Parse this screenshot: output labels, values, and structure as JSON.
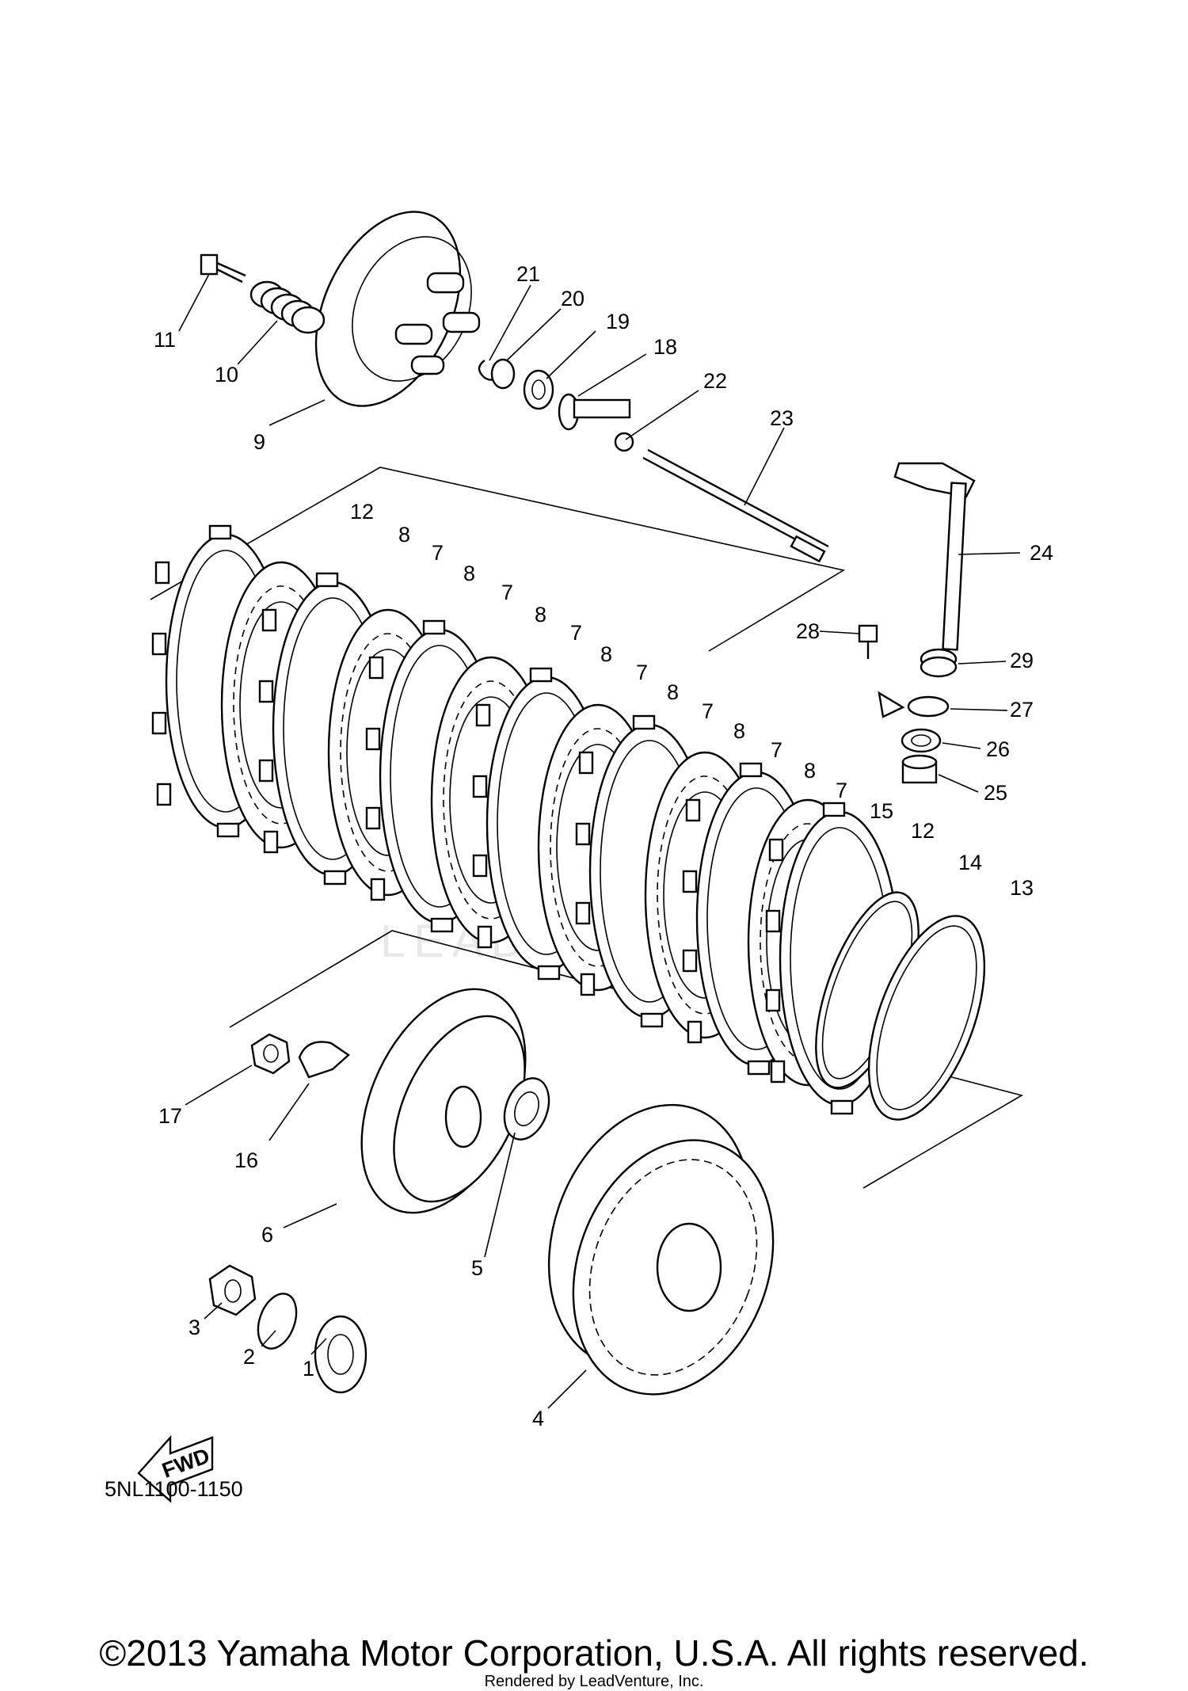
{
  "diagram": {
    "code": "5NL1100-1150",
    "fwd_label": "FWD",
    "watermark": "LEAD",
    "callouts": [
      "1",
      "2",
      "3",
      "4",
      "5",
      "6",
      "7",
      "8",
      "9",
      "10",
      "11",
      "12",
      "13",
      "14",
      "15",
      "16",
      "17",
      "18",
      "19",
      "20",
      "21",
      "22",
      "23",
      "24",
      "25",
      "26",
      "27",
      "28",
      "29"
    ]
  },
  "footer": {
    "copyright": "©2013 Yamaha Motor Corporation, U.S.A. All rights reserved.",
    "rendered_by": "Rendered by LeadVenture, Inc."
  }
}
